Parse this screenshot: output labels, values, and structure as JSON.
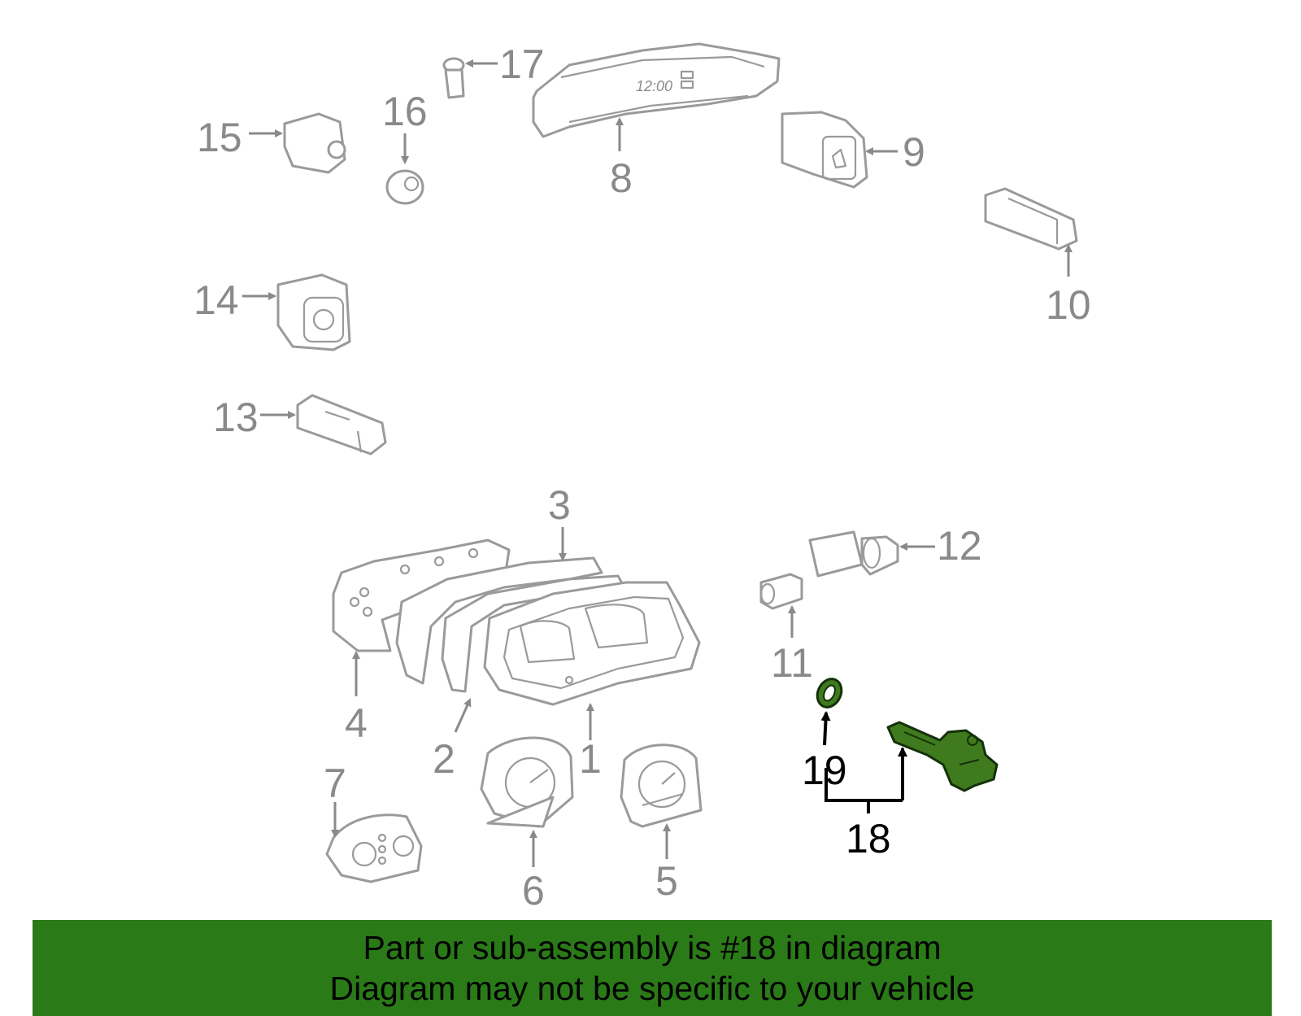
{
  "callouts": [
    {
      "id": "1",
      "text": "1"
    },
    {
      "id": "2",
      "text": "2"
    },
    {
      "id": "3",
      "text": "3"
    },
    {
      "id": "4",
      "text": "4"
    },
    {
      "id": "5",
      "text": "5"
    },
    {
      "id": "6",
      "text": "6"
    },
    {
      "id": "7",
      "text": "7"
    },
    {
      "id": "8",
      "text": "8"
    },
    {
      "id": "9",
      "text": "9"
    },
    {
      "id": "10",
      "text": "10"
    },
    {
      "id": "11",
      "text": "11"
    },
    {
      "id": "12",
      "text": "12"
    },
    {
      "id": "13",
      "text": "13"
    },
    {
      "id": "14",
      "text": "14"
    },
    {
      "id": "15",
      "text": "15"
    },
    {
      "id": "16",
      "text": "16"
    },
    {
      "id": "17",
      "text": "17"
    },
    {
      "id": "18",
      "text": "18"
    },
    {
      "id": "19",
      "text": "19"
    }
  ],
  "clock_display": "12:00",
  "highlight": {
    "part": "18",
    "color": "#3f7b1e"
  },
  "banner": {
    "line1": "Part or sub-assembly is #18 in diagram",
    "line2": "Diagram may not be specific to your vehicle",
    "color": "#2a7a18"
  }
}
